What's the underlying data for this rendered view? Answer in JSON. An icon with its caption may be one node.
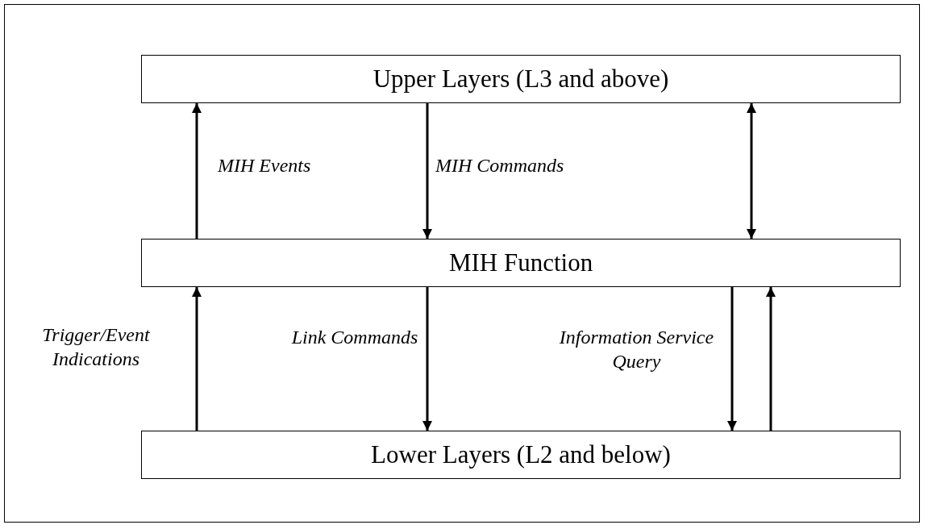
{
  "diagram": {
    "nodes": [
      {
        "text": [
          "Upper Layers (L3 and above)"
        ]
      },
      {
        "text": [
          "MIH Function"
        ]
      },
      {
        "text": [
          "Lower Layers (L2 and below)"
        ]
      }
    ],
    "edges": [
      {
        "from": 1,
        "to": 0,
        "arrow": "to",
        "label": "MIH Events"
      },
      {
        "from": 0,
        "to": 1,
        "arrow": "to",
        "label": "MIH Commands"
      },
      {
        "from": 0,
        "to": 1,
        "arrow": "both"
      },
      {
        "from": 2,
        "to": 1,
        "arrow": "to",
        "label": "Trigger/Event Indications"
      },
      {
        "from": 1,
        "to": 2,
        "arrow": "to",
        "label": "Link Commands"
      },
      {
        "from": 1,
        "to": 2,
        "arrow": "to",
        "label": "Information Service Query"
      },
      {
        "from": 2,
        "to": 1,
        "arrow": "to"
      }
    ]
  }
}
